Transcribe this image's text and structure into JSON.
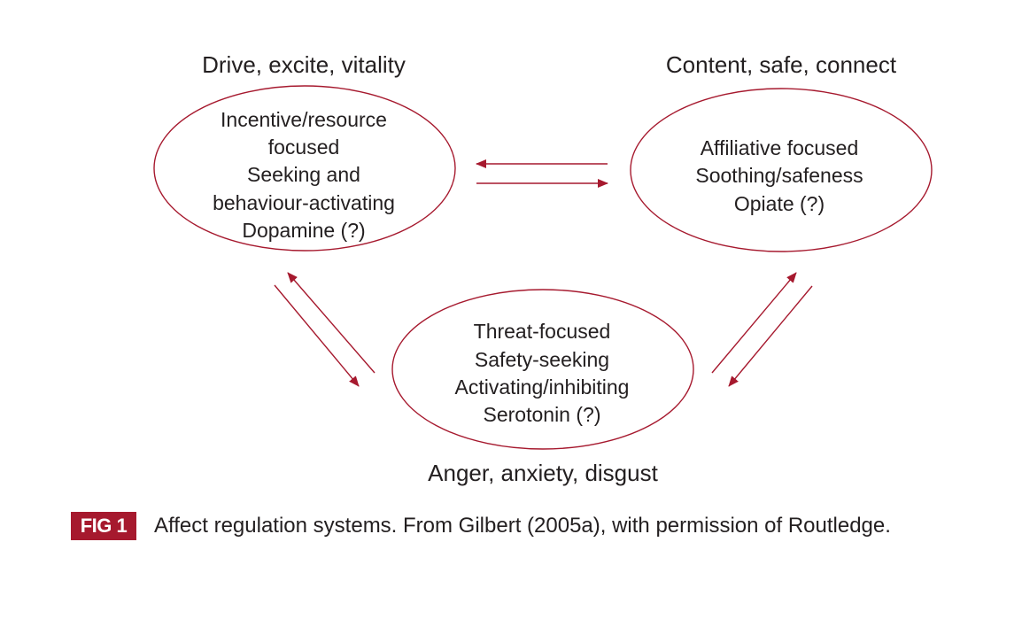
{
  "nodes": {
    "drive": {
      "heading": "Drive, excite, vitality",
      "lines": [
        "Incentive/resource",
        "focused",
        "Seeking and",
        "behaviour-activating",
        "Dopamine (?)"
      ]
    },
    "content": {
      "heading": "Content, safe, connect",
      "lines": [
        "Affiliative focused",
        "Soothing/safeness",
        "Opiate (?)"
      ]
    },
    "threat": {
      "heading": "Anger, anxiety, disgust",
      "lines": [
        "Threat-focused",
        "Safety-seeking",
        "Activating/inhibiting",
        "Serotonin (?)"
      ]
    }
  },
  "caption": {
    "label": "FIG 1",
    "text": "Affect regulation systems. From Gilbert (2005a), with permission of Routledge."
  },
  "colors": {
    "accent": "#a6192e",
    "text": "#231f20"
  }
}
